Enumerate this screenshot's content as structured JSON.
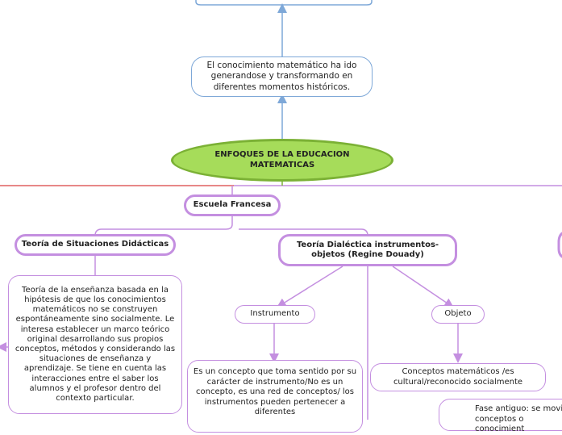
{
  "root": {
    "label": "ENFOQUES DE LA EDUCACION MATEMATICAS"
  },
  "history_note": {
    "text": "El conocimiento matemático ha ido generandose y transformando en diferentes momentos  históricos."
  },
  "school": {
    "label": "Escuela Francesa"
  },
  "theory_situations": {
    "label": "Teoría de Situaciones Didácticas",
    "description": "Teoría de la enseñanza basada en la hipótesis de que los conocimientos matemáticos no se construyen espontáneamente sino socialmente. Le interesa establecer un marco teórico original desarrollando sus propios conceptos, métodos y considerando las situaciones de enseñanza y aprendizaje. Se tiene en cuenta las interacciones entre el saber los alumnos y el profesor dentro del contexto particular."
  },
  "theory_dialectic": {
    "label": "Teoría Dialéctica instrumentos-objetos (Regine Douady)",
    "instrument": {
      "label": "Instrumento",
      "description": "Es un concepto que toma sentido por su carácter de instrumento/No es un concepto, es una red de conceptos/ los instrumentos pueden pertenecer a diferentes"
    },
    "object": {
      "label": "Objeto",
      "description": "Conceptos matemáticos /es cultural/reconocido socialmente"
    },
    "phase_note": {
      "text": "Fase antiguo: se movi conceptos o conocimient"
    }
  },
  "colors": {
    "root_fill": "#a6dc5a",
    "root_border": "#7bb135",
    "blue_border": "#7ea8d8",
    "purple_border": "#c48fe0",
    "red_line": "#e06060"
  }
}
